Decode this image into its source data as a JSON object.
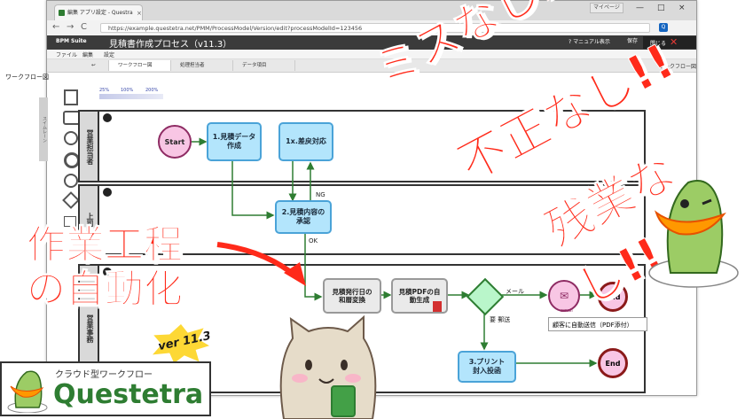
{
  "browser": {
    "tab_title": "編集 アプリ設定 - Questra",
    "tab_close": "×",
    "user_badge": "マイページ",
    "window_controls": [
      "—",
      "□",
      "×"
    ],
    "nav": [
      "←",
      "→",
      "C"
    ],
    "url": "https://example.questetra.net/PMM/ProcessModel/Version/edit?processModelId=123456",
    "ext_icon": "Q"
  },
  "app": {
    "brand": "BPM Suite",
    "process_title": "見積書作成プロセス（v11.3）",
    "manual_button": "? マニュアル表示",
    "save_button": "保存",
    "close_button": "閉じる",
    "close_icon": "✕",
    "menu": [
      "ファイル",
      "編集",
      "設定"
    ],
    "subtabs": [
      "ワークフロー図",
      "処理担当者",
      "データ項目"
    ],
    "workflow_panel_label": "ワークフロー図",
    "workflow_right_label": "ワークフロー図",
    "zoom": [
      "25%",
      "100%",
      "200%"
    ],
    "palette_label": "スイムレーン"
  },
  "diagram": {
    "lanes": [
      {
        "name": "営業担当者"
      },
      {
        "name": "上司"
      },
      {
        "name": "営業事務"
      }
    ],
    "nodes": {
      "start": "Start",
      "task1": "1.見積データ\n作成",
      "task1x": "1x.差戻対応",
      "task2": "2.見積内容の\n承認",
      "auto1": "見積発行日の\n和暦変換",
      "auto2": "見積PDFの自\n動生成",
      "task3": "3.プリント\n封入投函",
      "end1": "End",
      "end2": "End",
      "email_label": "email"
    },
    "labels": {
      "ng": "NG",
      "ok": "OK",
      "mail": "メール",
      "post": "要 郵送",
      "auto_send": "顧客に自動送信（PDF添付）"
    }
  },
  "promo": {
    "slogan1": "ミスなし!!",
    "slogan2": "不正なし!!",
    "slogan3": "残業なし!!",
    "headline1": "作業工程",
    "headline2": "の自動化",
    "version_badge": "ver 11.3",
    "logo_subtitle": "クラウド型ワークフロー",
    "logo_name": "Questetra"
  }
}
